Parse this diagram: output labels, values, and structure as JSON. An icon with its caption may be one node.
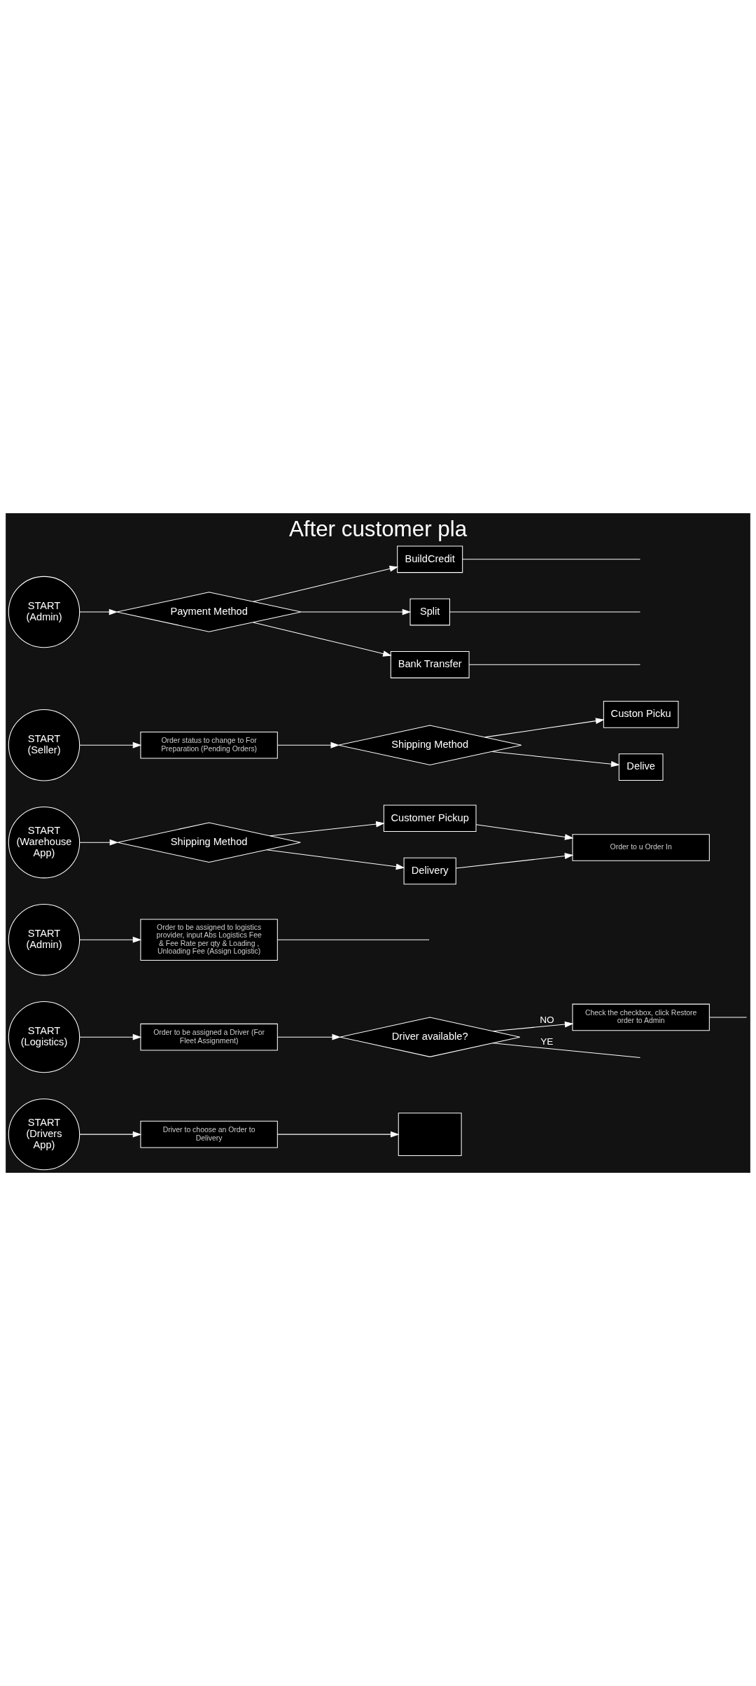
{
  "diagram": {
    "title": "After customer pla",
    "nodes": [
      {
        "text": [
          "START (Admin)"
        ]
      },
      {
        "text": [
          "Payment Method"
        ]
      },
      {
        "text": [
          "Bank Transfer"
        ]
      },
      {
        "text": [
          "Split"
        ]
      },
      {
        "text": [
          "BuildCredit"
        ]
      },
      {
        "text": [
          "START (Seller)"
        ]
      },
      {
        "text": [
          "Order status to change to For Preparation (Pending Orders)"
        ]
      },
      {
        "text": [
          "Shipping Method"
        ]
      },
      {
        "text": [
          "Delive"
        ]
      },
      {
        "text": [
          "Custon Picku"
        ]
      },
      {
        "text": [
          "START (Warehouse App)"
        ]
      },
      {
        "text": [
          "Shipping Method"
        ]
      },
      {
        "text": [
          "Delivery"
        ]
      },
      {
        "text": [
          "Customer Pickup"
        ]
      },
      {
        "text": [
          "Order to u Order In"
        ]
      },
      {
        "text": [
          "START (Admin)"
        ]
      },
      {
        "text": [
          "Order to be assigned to logistics provider, input Abs Logistics Fee & Fee Rate per qty & Loading , Unloading Fee (Assign Logistic)"
        ]
      },
      {
        "text": [
          "START (Logistics)"
        ]
      },
      {
        "text": [
          "Order to be assigned a Driver (For Fleet Assignment)"
        ]
      },
      {
        "text": [
          "Driver available?"
        ]
      },
      {
        "text": [
          "Check the checkbox, click Restore order to Admin"
        ]
      },
      {
        "text": [
          "START (Drivers App)"
        ]
      },
      {
        "text": [
          "Driver to choose an Order to Delivery"
        ]
      },
      {
        "text": [],
        "shape": "box"
      }
    ],
    "edges": [
      {
        "from": 0,
        "to": 1,
        "arrow": "to"
      },
      {
        "from": 1,
        "to": 2,
        "arrow": "to"
      },
      {
        "from": 1,
        "to": 3,
        "arrow": "to"
      },
      {
        "from": 1,
        "to": 4,
        "arrow": "to"
      },
      {
        "from": 2,
        "to": null,
        "arrow": "none"
      },
      {
        "from": 3,
        "to": null,
        "arrow": "none"
      },
      {
        "from": 4,
        "to": null,
        "arrow": "none"
      },
      {
        "from": 5,
        "to": 6,
        "arrow": "to"
      },
      {
        "from": 6,
        "to": 7,
        "arrow": "to"
      },
      {
        "from": 7,
        "to": 8,
        "arrow": "to"
      },
      {
        "from": 7,
        "to": 9,
        "arrow": "to"
      },
      {
        "from": 10,
        "to": 11,
        "arrow": "to"
      },
      {
        "from": 11,
        "to": 12,
        "arrow": "to"
      },
      {
        "from": 11,
        "to": 13,
        "arrow": "to"
      },
      {
        "from": 12,
        "to": 14,
        "arrow": "to"
      },
      {
        "from": 13,
        "to": 14,
        "arrow": "to"
      },
      {
        "from": 15,
        "to": 16,
        "arrow": "to"
      },
      {
        "from": 16,
        "to": null,
        "arrow": "none"
      },
      {
        "from": 17,
        "to": 18,
        "arrow": "to"
      },
      {
        "from": 18,
        "to": 19,
        "arrow": "to"
      },
      {
        "from": 19,
        "to": null,
        "label": "YE",
        "arrow": "none"
      },
      {
        "from": 19,
        "to": 20,
        "label": "NO",
        "arrow": "to"
      },
      {
        "from": 20,
        "to": null,
        "arrow": "none"
      },
      {
        "from": 21,
        "to": 22,
        "arrow": "to"
      },
      {
        "from": 22,
        "to": 23,
        "arrow": "to"
      }
    ]
  }
}
